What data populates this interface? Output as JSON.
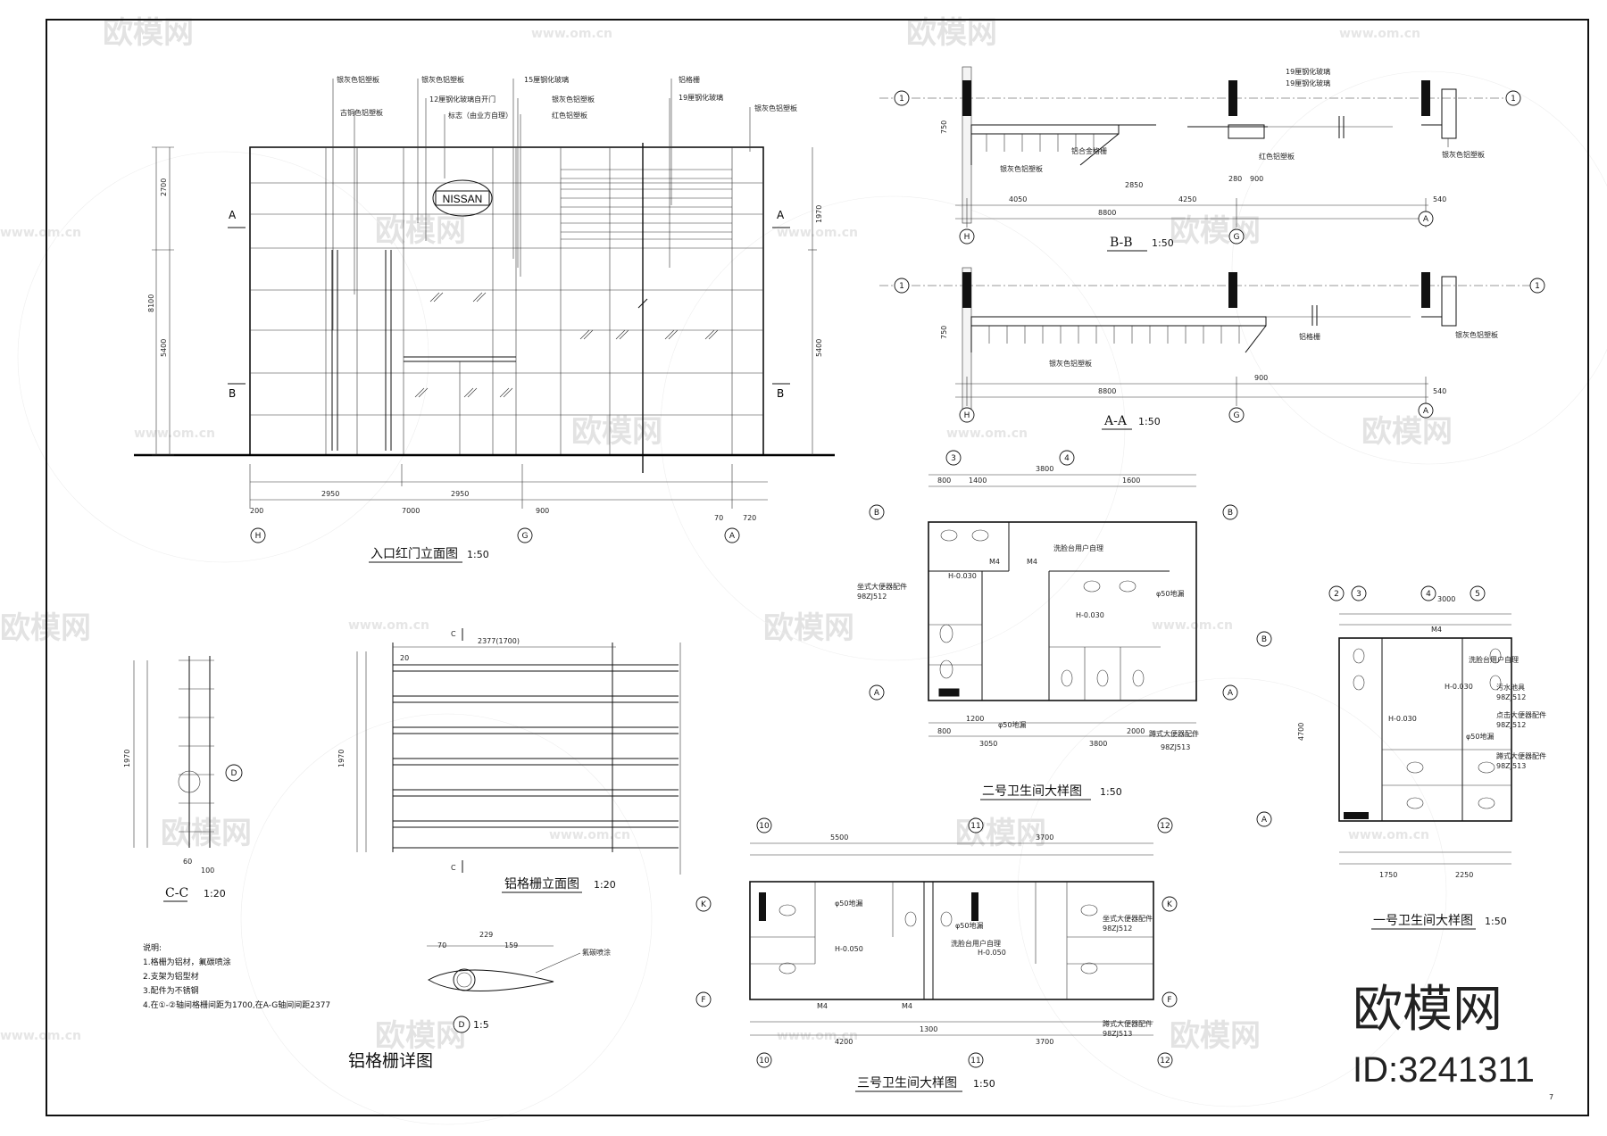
{
  "watermark": {
    "brand_text": "欧模网",
    "brand_url": "www.om.cn",
    "logo_text": "欧模网",
    "id_text": "ID:3241311"
  },
  "views": {
    "elevation": {
      "title": "入口红门立面图",
      "scale": "1:50",
      "logo": "NISSAN",
      "section_marks": [
        "A",
        "B"
      ],
      "dims_v": [
        "2700",
        "8100",
        "5400",
        "5400",
        "1970"
      ],
      "dims_h": [
        "2950",
        "2950",
        "200",
        "7000",
        "900",
        "70",
        "720"
      ],
      "axes": [
        "H",
        "G",
        "A"
      ],
      "callouts": [
        "银灰色铝塑板",
        "古铜色铝塑板",
        "银灰色铝塑板",
        "12厘钢化玻璃自开门",
        "标志（由业方自理）",
        "15厘钢化玻璃",
        "银灰色铝塑板",
        "红色铝塑板",
        "铝格栅",
        "19厘钢化玻璃",
        "银灰色铝塑板"
      ]
    },
    "section_bb": {
      "title": "B-B",
      "scale": "1:50",
      "axes": [
        "1",
        "H",
        "G",
        "A"
      ],
      "dims": [
        "4050",
        "2850",
        "4250",
        "8800",
        "900",
        "540",
        "280",
        "750"
      ],
      "callouts": [
        "银灰色铝塑板",
        "铝合金格栅",
        "19厘钢化玻璃",
        "19厘钢化玻璃",
        "红色铝塑板",
        "银灰色铝塑板"
      ]
    },
    "section_aa": {
      "title": "A-A",
      "scale": "1:50",
      "axes": [
        "1",
        "H",
        "G",
        "A"
      ],
      "dims": [
        "8800",
        "900",
        "540",
        "750"
      ],
      "callouts": [
        "银灰色铝塑板",
        "铝格栅",
        "银灰色铝塑板"
      ]
    },
    "grille_elev": {
      "title": "铝格栅立面图",
      "scale": "1:20",
      "mark": "C",
      "dims": [
        "2377(1700)",
        "20",
        "1970"
      ]
    },
    "section_cc": {
      "title": "C-C",
      "scale": "1:20",
      "detail_mark": "D",
      "dims": [
        "1970",
        "60",
        "100"
      ]
    },
    "detail_d": {
      "mark": "D",
      "scale": "1:5",
      "dims": [
        "70",
        "159",
        "229"
      ],
      "callout": "氟碳喷涂"
    },
    "grille_detail": {
      "title": "铝格栅详图"
    },
    "notes": {
      "heading": "说明:",
      "lines": [
        "1.格栅为铝材，氟碳喷涂",
        "2.支架为铝型材",
        "3.配件为不锈钢",
        "4.在①-②轴间格栅间距为1700,在A-G轴间间距2377"
      ]
    },
    "toilet2": {
      "title": "二号卫生间大样图",
      "scale": "1:50",
      "axes": [
        "3",
        "4",
        "B",
        "A"
      ],
      "dims_top": [
        "800",
        "1400",
        "3800",
        "1600"
      ],
      "dims_bottom": [
        "800",
        "1200",
        "3050",
        "3800",
        "2000"
      ],
      "labels": [
        "H-0.030",
        "H-0.030",
        "M4",
        "M4",
        "洗脸台用户自理",
        "坐式大便器配件",
        "98ZJ512",
        "蹲式大便器配件",
        "98ZJ513",
        "φ50地漏",
        "φ50地漏"
      ]
    },
    "toilet3": {
      "title": "三号卫生间大样图",
      "scale": "1:50",
      "axes": [
        "10",
        "11",
        "12",
        "K",
        "F"
      ],
      "dims_top": [
        "5500",
        "3700"
      ],
      "dims_bottom": [
        "4200",
        "1300",
        "3700"
      ],
      "labels": [
        "H-0.050",
        "H-0.050",
        "M4",
        "M4",
        "洗脸台用户自理",
        "φ50地漏",
        "φ50地漏",
        "坐式大便器配件",
        "98ZJ512",
        "蹲式大便器配件",
        "98ZJ513"
      ]
    },
    "toilet1": {
      "title": "一号卫生间大样图",
      "scale": "1:50",
      "axes": [
        "2",
        "3",
        "4",
        "5",
        "B",
        "A"
      ],
      "dims_top": [
        "3000"
      ],
      "dims_bottom": [
        "1750",
        "2250",
        "4700"
      ],
      "labels": [
        "H-0.030",
        "H-0.030",
        "M4",
        "洗脸台用户自理",
        "污水池具",
        "98ZJ512",
        "点击大便器配件",
        "98ZJ512",
        "蹲式大便器配件",
        "98ZJ513",
        "φ50地漏"
      ]
    },
    "page_no": "7"
  }
}
